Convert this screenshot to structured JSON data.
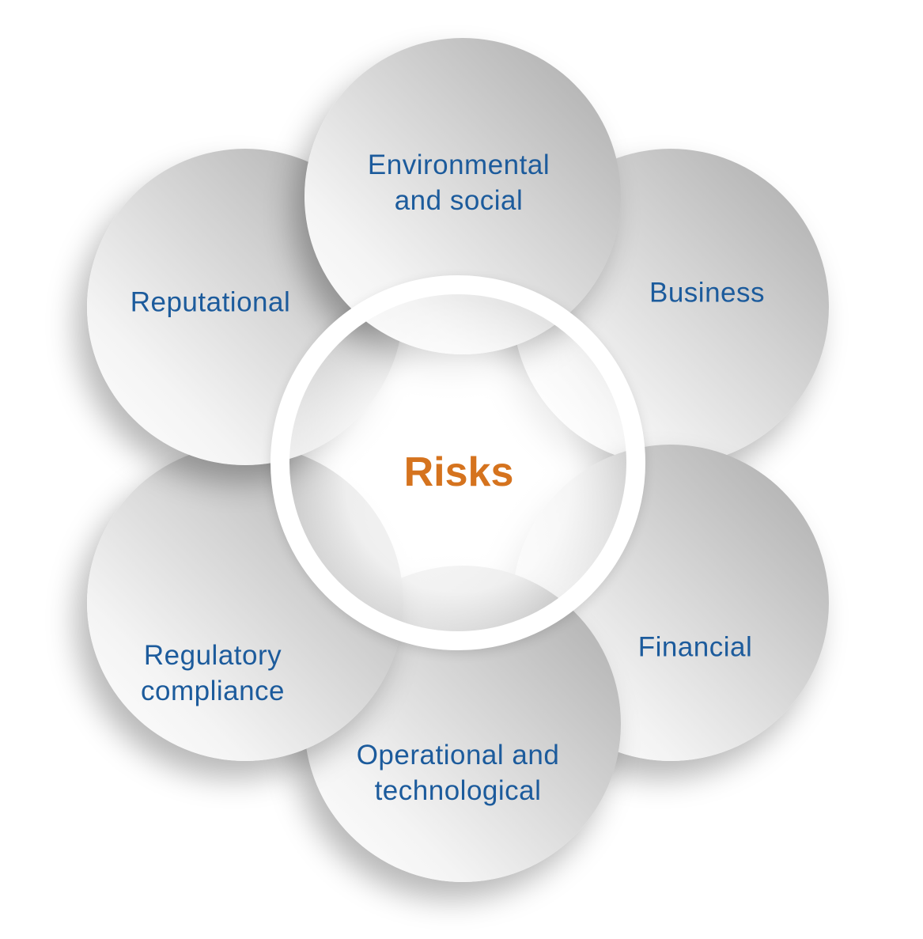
{
  "center": {
    "label": "Risks",
    "color": "#d5731e"
  },
  "categories": [
    {
      "label_lines": [
        "Business"
      ]
    },
    {
      "label_lines": [
        "Financial"
      ]
    },
    {
      "label_lines": [
        "Operational and",
        "technological"
      ]
    },
    {
      "label_lines": [
        "Regulatory",
        "compliance"
      ]
    },
    {
      "label_lines": [
        "Reputational"
      ]
    },
    {
      "label_lines": [
        "Environmental",
        "and social"
      ]
    }
  ],
  "label_color": "#1c5b9c"
}
